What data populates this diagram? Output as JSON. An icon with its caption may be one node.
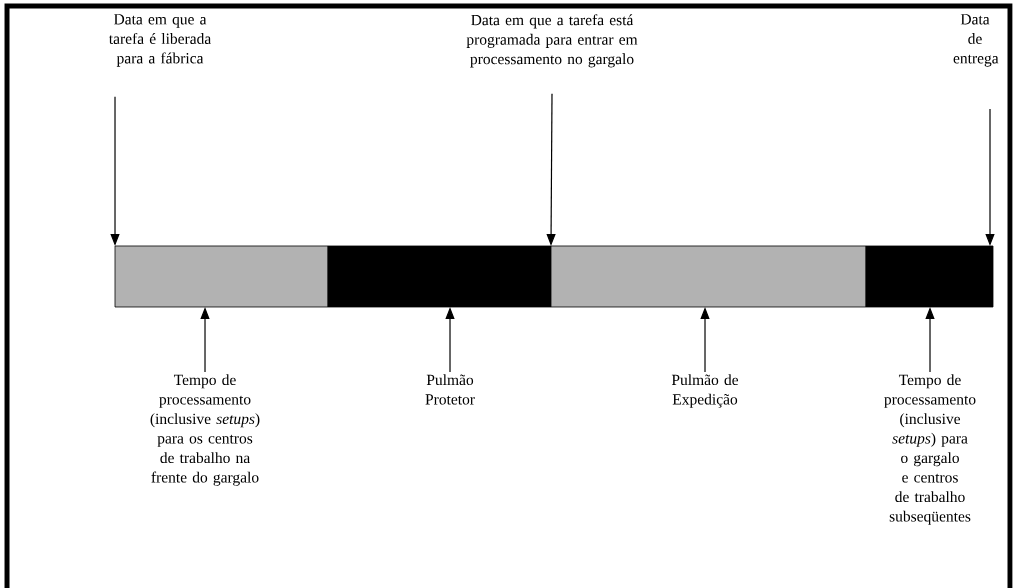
{
  "diagram": {
    "nodes": [
      {
        "text": [
          "Data em que a tarefa é liberada para a fábrica"
        ]
      },
      {
        "text": [
          "Data em que a tarefa está programada para entrar em processamento no gargalo"
        ]
      },
      {
        "text": [
          "Data de entrega"
        ]
      },
      {
        "text": [],
        "shape": "bar"
      },
      {
        "text": [],
        "shape": "bar"
      },
      {
        "text": [],
        "shape": "bar"
      },
      {
        "text": [],
        "shape": "bar"
      },
      {
        "text": [
          "Tempo de processamento (inclusive *setups*) para os centros de trabalho na frente do gargalo"
        ]
      },
      {
        "text": [
          "Pulmão Protetor"
        ]
      },
      {
        "text": [
          "Pulmão de Expedição"
        ]
      },
      {
        "text": [
          "Tempo de processamento (inclusive *setups*) para o gargalo e centros de trabalho subseqüentes"
        ]
      }
    ],
    "edges": [
      {
        "from": 0,
        "to": 3,
        "arrow": "to"
      },
      {
        "from": 1,
        "to": 5,
        "arrow": "to"
      },
      {
        "from": 2,
        "to": 6,
        "arrow": "to"
      },
      {
        "from": 7,
        "to": 3,
        "arrow": "to"
      },
      {
        "from": 8,
        "to": 4,
        "arrow": "to"
      },
      {
        "from": 9,
        "to": 5,
        "arrow": "to"
      },
      {
        "from": 10,
        "to": 6,
        "arrow": "to"
      }
    ]
  }
}
